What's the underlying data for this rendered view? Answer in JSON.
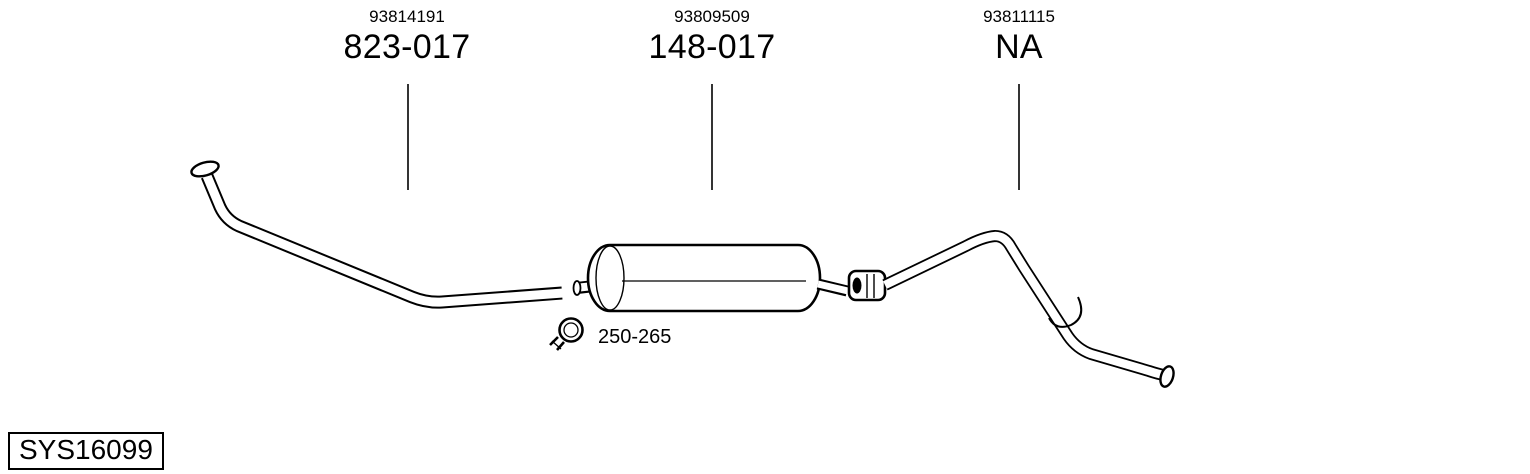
{
  "diagram": {
    "type": "exhaust-system-parts-diagram",
    "colors": {
      "line": "#000000",
      "background": "#ffffff"
    },
    "parts": [
      {
        "ref": "93814191",
        "code": "823-017",
        "target": "front-pipe"
      },
      {
        "ref": "93809509",
        "code": "148-017",
        "target": "muffler"
      },
      {
        "ref": "93811115",
        "code": "NA",
        "target": "rear-pipe"
      }
    ],
    "clamp": {
      "code": "250-265",
      "icon": "clamp-icon"
    },
    "system_id": "SYS16099"
  }
}
